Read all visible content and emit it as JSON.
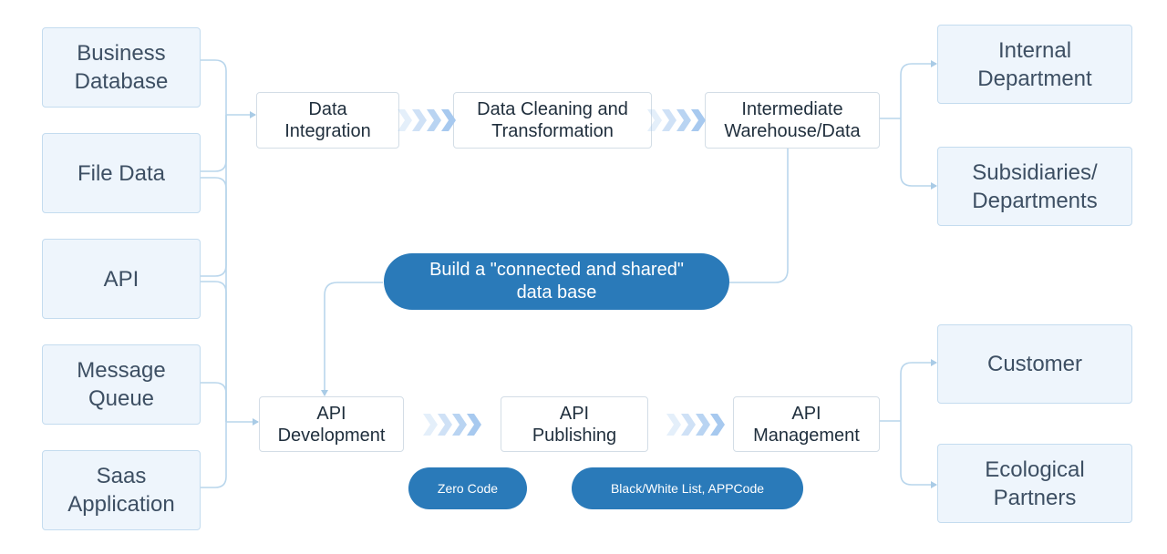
{
  "sources": [
    {
      "line1": "Business",
      "line2": "Database"
    },
    {
      "line1": "File Data",
      "line2": ""
    },
    {
      "line1": "API",
      "line2": ""
    },
    {
      "line1": "Message",
      "line2": "Queue"
    },
    {
      "line1": "Saas",
      "line2": "Application"
    }
  ],
  "pipeline_top": [
    {
      "line1": "Data",
      "line2": "Integration"
    },
    {
      "line1": "Data Cleaning and",
      "line2": "Transformation"
    },
    {
      "line1": "Intermediate",
      "line2": "Warehouse/Data"
    }
  ],
  "pipeline_bottom": [
    {
      "line1": "API",
      "line2": "Development"
    },
    {
      "line1": "API",
      "line2": "Publishing"
    },
    {
      "line1": "API",
      "line2": "Management"
    }
  ],
  "targets_top": [
    {
      "line1": "Internal",
      "line2": "Department"
    },
    {
      "line1": "Subsidiaries/",
      "line2": "Departments"
    }
  ],
  "targets_bottom": [
    {
      "line1": "Customer",
      "line2": ""
    },
    {
      "line1": "Ecological",
      "line2": "Partners"
    }
  ],
  "center_pill": {
    "line1": "Build a \"connected and shared\"",
    "line2": "data base"
  },
  "tags": {
    "zero_code": "Zero Code",
    "access_control": "Black/White List, APPCode"
  },
  "colors": {
    "source_fill": "#eef5fc",
    "source_border": "#c4dcef",
    "connector": "#b9d6ec",
    "pill": "#2a7ab9",
    "chevron": "#a7c9ef"
  }
}
